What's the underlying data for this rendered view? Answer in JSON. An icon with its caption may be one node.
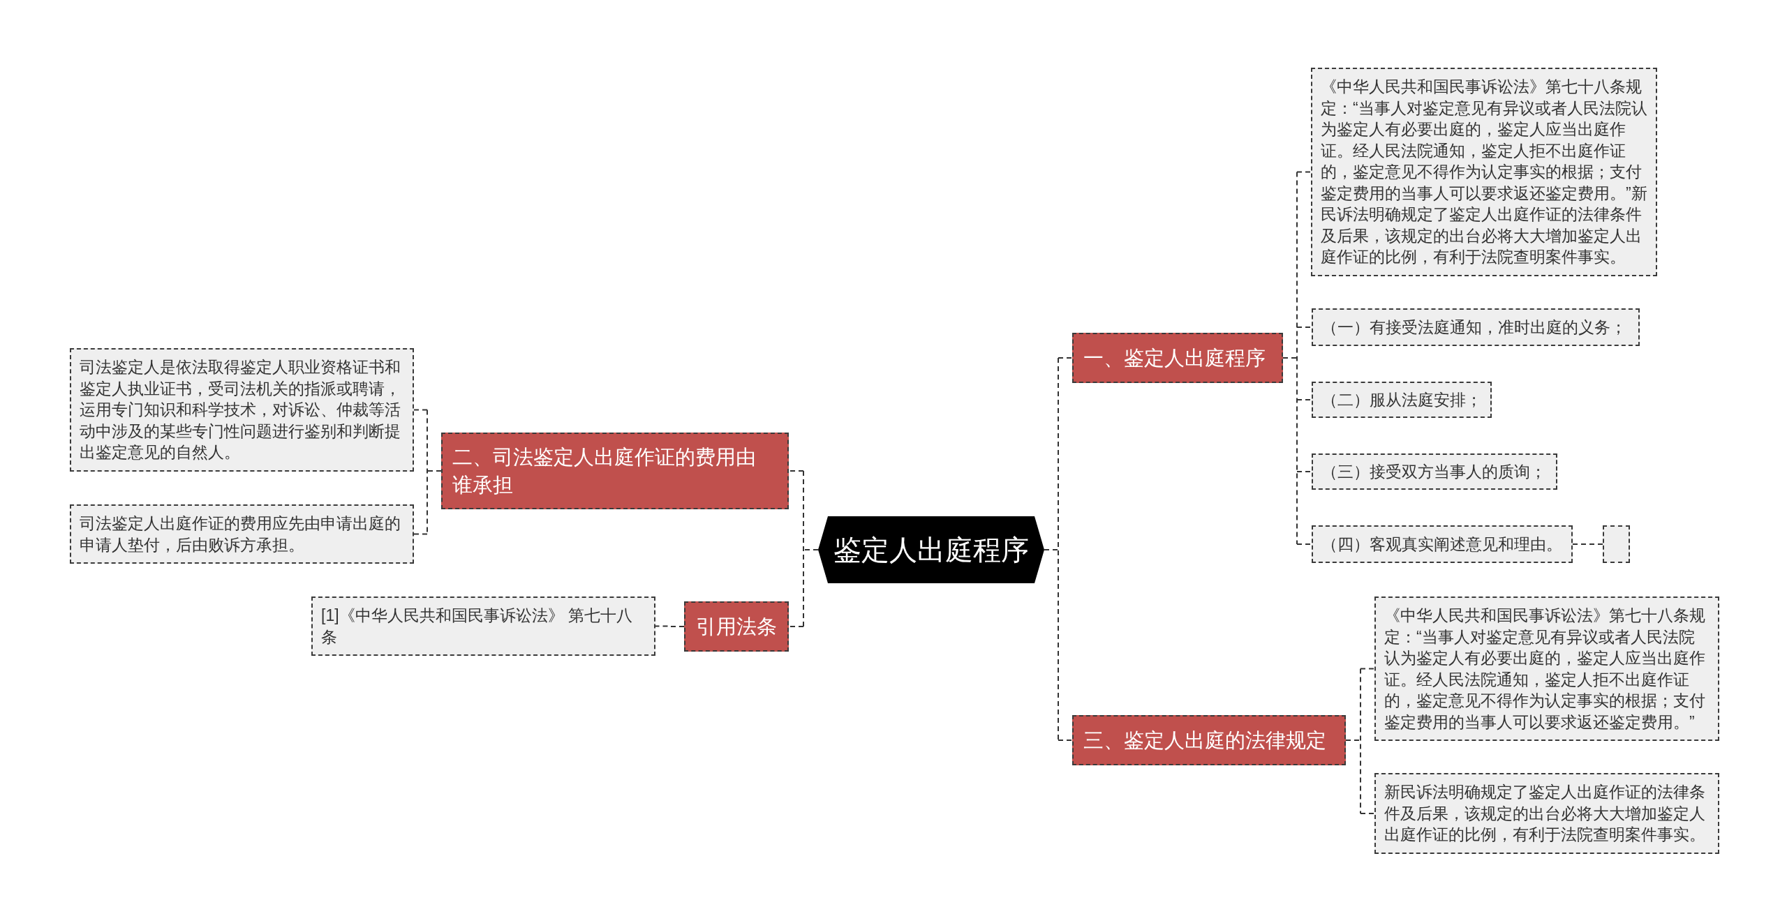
{
  "diagram": {
    "nodes": [
      {
        "text": [
          "鉴定人出庭程序"
        ]
      },
      {
        "text": [
          "一、鉴定人出庭程序"
        ]
      },
      {
        "text": [
          "《中华人民共和国民事诉讼法》第七十八条规定：“当事人对鉴定意见有异议或者人民法院认为鉴定人有必要出庭的，鉴定人应当出庭作证。经人民法院通知，鉴定人拒不出庭作证的，鉴定意见不得作为认定事实的根据；支付鉴定费用的当事人可以要求返还鉴定费用。”新民诉法明确规定了鉴定人出庭作证的法律条件及后果，该规定的出台必将大大增加鉴定人出庭作证的比例，有利于法院查明案件事实。"
        ]
      },
      {
        "text": [
          "（一）有接受法庭通知，准时出庭的义务；"
        ]
      },
      {
        "text": [
          "（二）服从法庭安排；"
        ]
      },
      {
        "text": [
          "（三）接受双方当事人的质询；"
        ]
      },
      {
        "text": [
          "（四）客观真实阐述意见和理由。"
        ]
      },
      {
        "text": [],
        "shape": "box"
      },
      {
        "text": [
          "二、司法鉴定人出庭作证的费用由谁承担"
        ]
      },
      {
        "text": [
          "司法鉴定人是依法取得鉴定人职业资格证书和鉴定人执业证书，受司法机关的指派或聘请，运用专门知识和科学技术，对诉讼、仲裁等活动中涉及的某些专门性问题进行鉴别和判断提出鉴定意见的自然人。"
        ]
      },
      {
        "text": [
          "司法鉴定人出庭作证的费用应先由申请出庭的申请人垫付，后由败诉方承担。"
        ]
      },
      {
        "text": [
          "三、鉴定人出庭的法律规定"
        ]
      },
      {
        "text": [
          "《中华人民共和国民事诉讼法》第七十八条规定：“当事人对鉴定意见有异议或者人民法院认为鉴定人有必要出庭的，鉴定人应当出庭作证。经人民法院通知，鉴定人拒不出庭作证的，鉴定意见不得作为认定事实的根据；支付鉴定费用的当事人可以要求返还鉴定费用。”"
        ]
      },
      {
        "text": [
          "新民诉法明确规定了鉴定人出庭作证的法律条件及后果，该规定的出台必将大大增加鉴定人出庭作证的比例，有利于法院查明案件事实。"
        ]
      },
      {
        "text": [
          "引用法条"
        ]
      },
      {
        "text": [
          "[1]《中华人民共和国民事诉讼法》 第七十八条"
        ]
      }
    ],
    "edges": [
      {
        "from": 0,
        "to": 1,
        "arrow": "none"
      },
      {
        "from": 1,
        "to": 2,
        "arrow": "none"
      },
      {
        "from": 1,
        "to": 3,
        "arrow": "none"
      },
      {
        "from": 1,
        "to": 4,
        "arrow": "none"
      },
      {
        "from": 1,
        "to": 5,
        "arrow": "none"
      },
      {
        "from": 1,
        "to": 6,
        "arrow": "none"
      },
      {
        "from": 6,
        "to": 7,
        "arrow": "none"
      },
      {
        "from": 0,
        "to": 8,
        "arrow": "none"
      },
      {
        "from": 8,
        "to": 9,
        "arrow": "none"
      },
      {
        "from": 8,
        "to": 10,
        "arrow": "none"
      },
      {
        "from": 0,
        "to": 11,
        "arrow": "none"
      },
      {
        "from": 11,
        "to": 12,
        "arrow": "none"
      },
      {
        "from": 11,
        "to": 13,
        "arrow": "none"
      },
      {
        "from": 0,
        "to": 14,
        "arrow": "none"
      },
      {
        "from": 14,
        "to": 15,
        "arrow": "none"
      }
    ]
  }
}
